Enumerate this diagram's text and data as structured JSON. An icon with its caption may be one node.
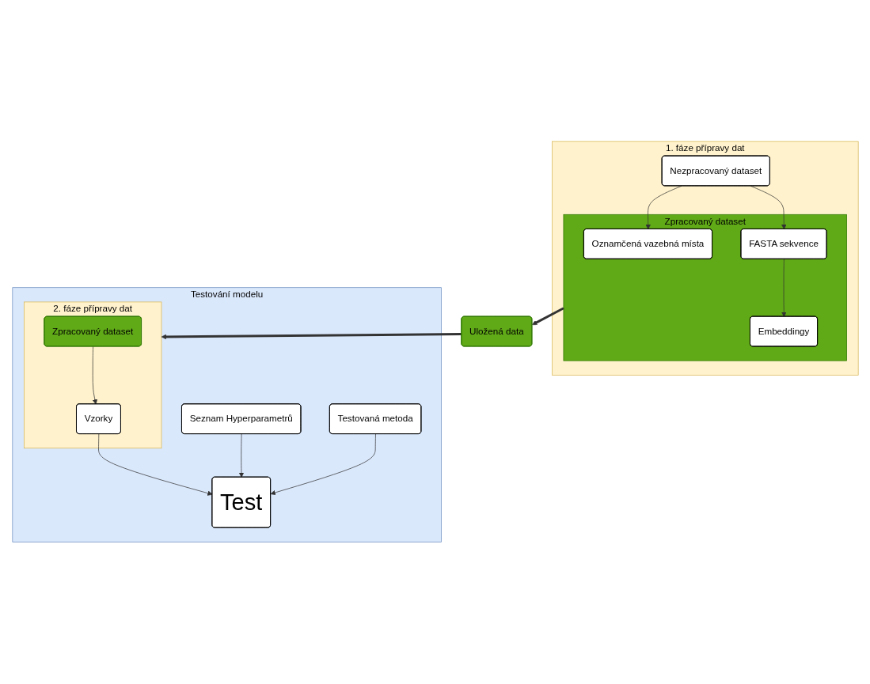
{
  "diagram": {
    "nodes": [
      {
        "text": [
          "1. fáze přípravy dat"
        ]
      },
      {
        "text": [
          "Zpracovaný dataset"
        ],
        "in": 0
      },
      {
        "text": [
          "Nezpracovaný dataset"
        ],
        "in": 0
      },
      {
        "text": [
          "Oznamčená vazebná místa"
        ],
        "in": 1
      },
      {
        "text": [
          "FASTA sekvence"
        ],
        "in": 1
      },
      {
        "text": [
          "Embeddingy"
        ],
        "in": 1
      },
      {
        "text": [
          "Uložená data"
        ]
      },
      {
        "text": [
          "Testování modelu"
        ]
      },
      {
        "text": [
          "Test"
        ],
        "in": 7
      },
      {
        "text": [
          "2. fáze přípravy dat"
        ],
        "in": 7
      },
      {
        "text": [
          "Vzorky"
        ],
        "in": 9
      },
      {
        "text": [
          "Zpracovaný dataset"
        ],
        "in": 9
      },
      {
        "text": [
          "Seznam Hyperparametrů"
        ],
        "in": 7
      },
      {
        "text": [
          "Testovaná metoda"
        ],
        "in": 7
      }
    ],
    "edges": [
      {
        "from": 2,
        "to": 3,
        "arrow": "to"
      },
      {
        "from": 2,
        "to": 4,
        "arrow": "to"
      },
      {
        "from": 4,
        "to": 5,
        "arrow": "to"
      },
      {
        "from": 1,
        "to": 6,
        "arrow": "to",
        "style": "thick"
      },
      {
        "from": 6,
        "to": 9,
        "arrow": "to",
        "style": "thick"
      },
      {
        "from": 11,
        "to": 10,
        "arrow": "to"
      },
      {
        "from": 10,
        "to": 8,
        "arrow": "to"
      },
      {
        "from": 12,
        "to": 8,
        "arrow": "to"
      },
      {
        "from": 13,
        "to": 8,
        "arrow": "to"
      }
    ]
  }
}
